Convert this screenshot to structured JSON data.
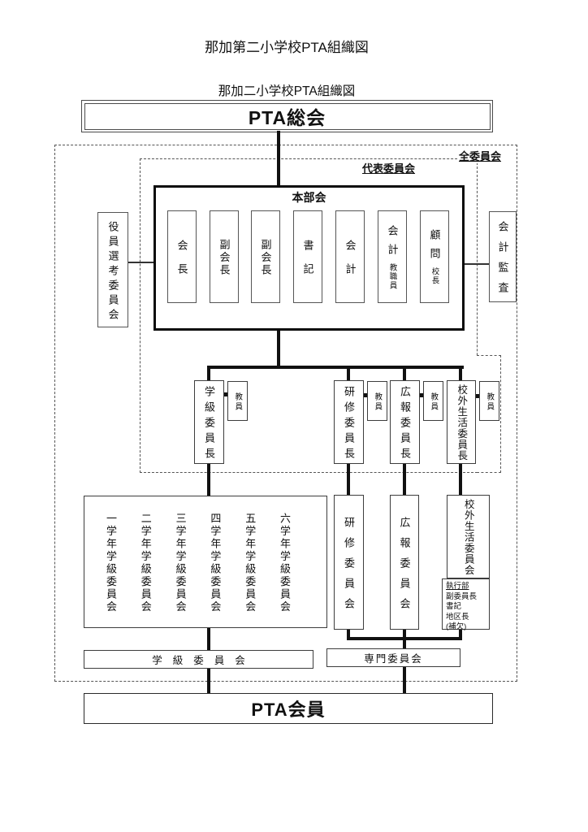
{
  "page": {
    "title": "那加第二小学校PTA組織図",
    "subtitle": "那加二小学校PTA組織図"
  },
  "nodes": {
    "pta_sokai": "PTA総会",
    "zen_iinkai": "全委員会",
    "daihyo_iinkai": "代表委員会",
    "honbukai": "本部会",
    "yakuin_senko": "役員選考委員会",
    "kaikei_kansa": "会計監査",
    "gakkyu_bar": "学級委員会",
    "senmon_bar": "専門委員会",
    "pta_kaiin": "PTA会員"
  },
  "officers": [
    {
      "label": "会長"
    },
    {
      "label": "副会長"
    },
    {
      "label": "副会長"
    },
    {
      "label": "書記"
    },
    {
      "label": "会計"
    },
    {
      "label": "会計",
      "sub": "教職員"
    },
    {
      "label": "顧問",
      "sub": "校長"
    }
  ],
  "chairs": [
    {
      "label": "学級委員長",
      "aide": "教員"
    },
    {
      "label": "研修委員長",
      "aide": "教員"
    },
    {
      "label": "広報委員長",
      "aide": "教員"
    },
    {
      "label": "校外生活委員長",
      "aide": "教員"
    }
  ],
  "grade_committees": [
    "一学年学級委員会",
    "二学年学級委員会",
    "三学年学級委員会",
    "四学年学級委員会",
    "五学年学級委員会",
    "六学年学級委員会"
  ],
  "committees": [
    {
      "label": "研修委員会"
    },
    {
      "label": "広報委員会"
    },
    {
      "label": "校外生活委員会"
    }
  ],
  "shikkobu": {
    "title": "執行部",
    "members": [
      "副委員長",
      "書記",
      "地区長",
      "(補欠)"
    ]
  },
  "colors": {
    "line": "#111111",
    "border": "#3d3d3d",
    "dashed_border": "#555555",
    "background": "#ffffff",
    "text": "#111111"
  }
}
